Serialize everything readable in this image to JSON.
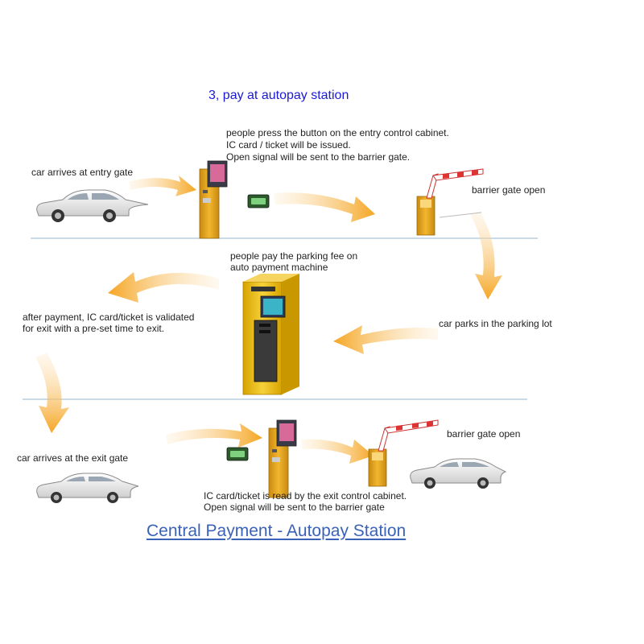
{
  "title": "3, pay at autopay station",
  "footer_title": "Central Payment - Autopay Station",
  "labels": {
    "entry_line1": "people press the button on the entry control cabinet.",
    "entry_line2": "IC card / ticket will be issued.",
    "entry_line3": "Open signal will be sent to the barrier gate.",
    "car_entry": "car arrives at entry gate",
    "barrier_open_top": "barrier gate open",
    "pay_line1": "people pay the parking fee on",
    "pay_line2": "auto payment machine",
    "after_line1": "after payment, IC card/ticket is validated",
    "after_line2": "for exit with a pre-set time to exit.",
    "car_parks": "car parks in the parking lot",
    "car_exit": "car arrives at the exit gate",
    "barrier_open_bottom": "barrier gate open",
    "exit_line1": "IC card/ticket is read by the exit control cabinet.",
    "exit_line2": "Open signal will be sent to the barrier gate"
  },
  "colors": {
    "arrow": "#f5a623",
    "divider": "#a9c4dc",
    "cabinet": "#e6a21a",
    "car": "#f2f2f2",
    "title": "#1a1ad6",
    "footer": "#3a62b8"
  }
}
